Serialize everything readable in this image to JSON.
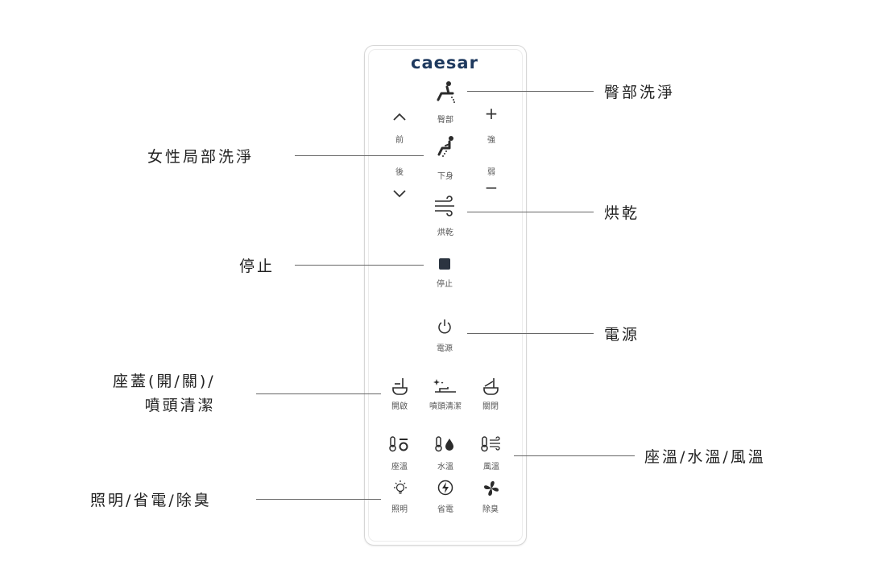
{
  "remote": {
    "brand": "caesar",
    "controls": {
      "rear_wash": "臀部",
      "front_wash": "下身",
      "dry": "烘乾",
      "stop": "停止",
      "power": "電源",
      "lid_open": "開啟",
      "nozzle_clean": "噴頭清潔",
      "lid_close": "關閉",
      "seat_temp": "座溫",
      "water_temp": "水溫",
      "air_temp": "風溫",
      "light": "照明",
      "eco": "省電",
      "deodor": "除臭"
    },
    "position": {
      "up_label": "前",
      "down_label": "後"
    },
    "pressure": {
      "plus_label": "強",
      "minus_label": "弱"
    }
  },
  "callouts": {
    "rear_wash": "臀部洗淨",
    "front_wash": "女性局部洗淨",
    "dry": "烘乾",
    "stop": "停止",
    "power": "電源",
    "lid_line1": "座蓋(開/關)/",
    "lid_line2": "噴頭清潔",
    "temps": "座溫/水溫/風溫",
    "misc": "照明/省電/除臭"
  },
  "colors": {
    "brand": "#1f3a5f",
    "icon": "#2b2b2b",
    "line": "#666666"
  }
}
